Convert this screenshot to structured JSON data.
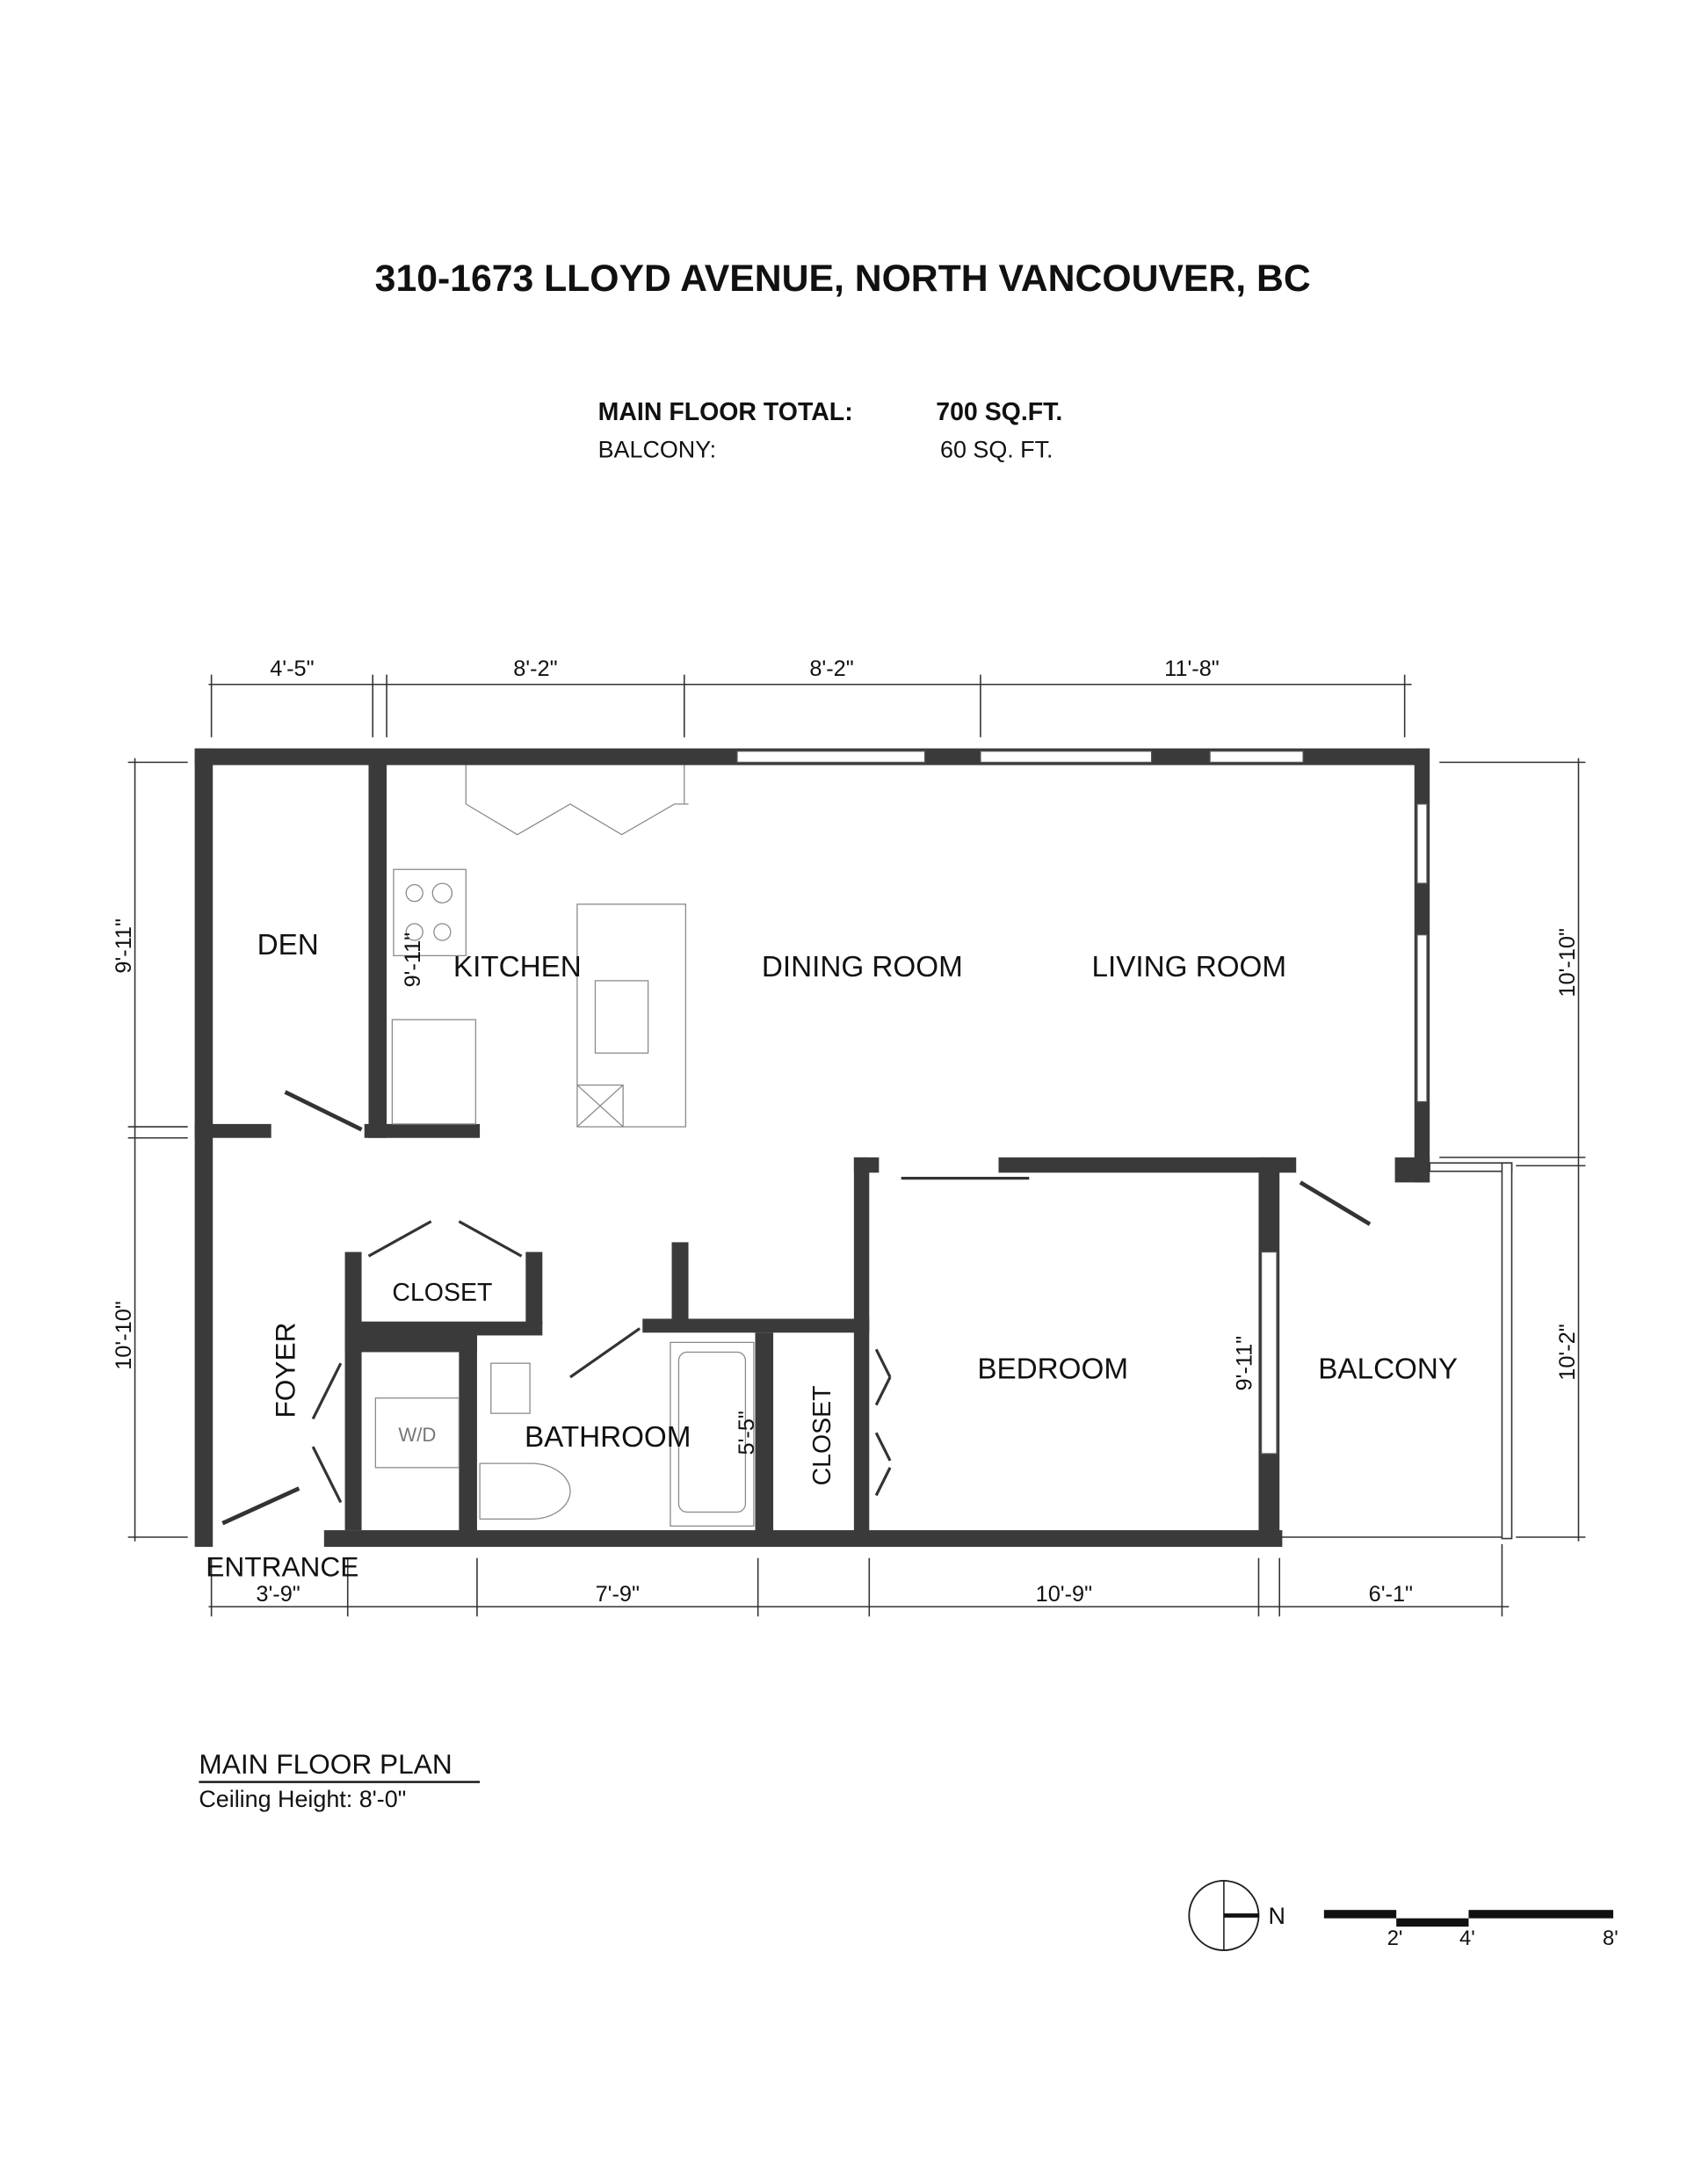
{
  "title": "310-1673 LLOYD AVENUE, NORTH VANCOUVER, BC",
  "areas": [
    {
      "label": "MAIN FLOOR TOTAL:",
      "value": "700 SQ.FT."
    },
    {
      "label": "BALCONY:",
      "value": "60  SQ. FT."
    }
  ],
  "rooms": {
    "den": "DEN",
    "kitchen": "KITCHEN",
    "dining": "DINING ROOM",
    "living": "LIVING ROOM",
    "closet1": "CLOSET",
    "foyer": "FOYER",
    "wd": "W/D",
    "bathroom": "BATHROOM",
    "closet2": "CLOSET",
    "bedroom": "BEDROOM",
    "balcony": "BALCONY",
    "entrance": "ENTRANCE"
  },
  "dimensions": {
    "top": [
      "4'-5\"",
      "8'-2\"",
      "8'-2\"",
      "11'-8\""
    ],
    "bottom": [
      "3'-9\"",
      "7'-9\"",
      "10'-9\"",
      "6'-1\""
    ],
    "left": [
      "9'-11\"",
      "10'-10\""
    ],
    "right": [
      "10'-10\"",
      "10'-2\""
    ],
    "kitchen": "9'-11\"",
    "bath": "5'-5\"",
    "bedroom": "9'-11\""
  },
  "plan_label": "MAIN FLOOR PLAN",
  "ceiling": "Ceiling Height: 8'-0\"",
  "compass": "N",
  "scale": [
    "2'",
    "4'",
    "8'"
  ],
  "colors": {
    "wall": "#3a3a3a"
  }
}
